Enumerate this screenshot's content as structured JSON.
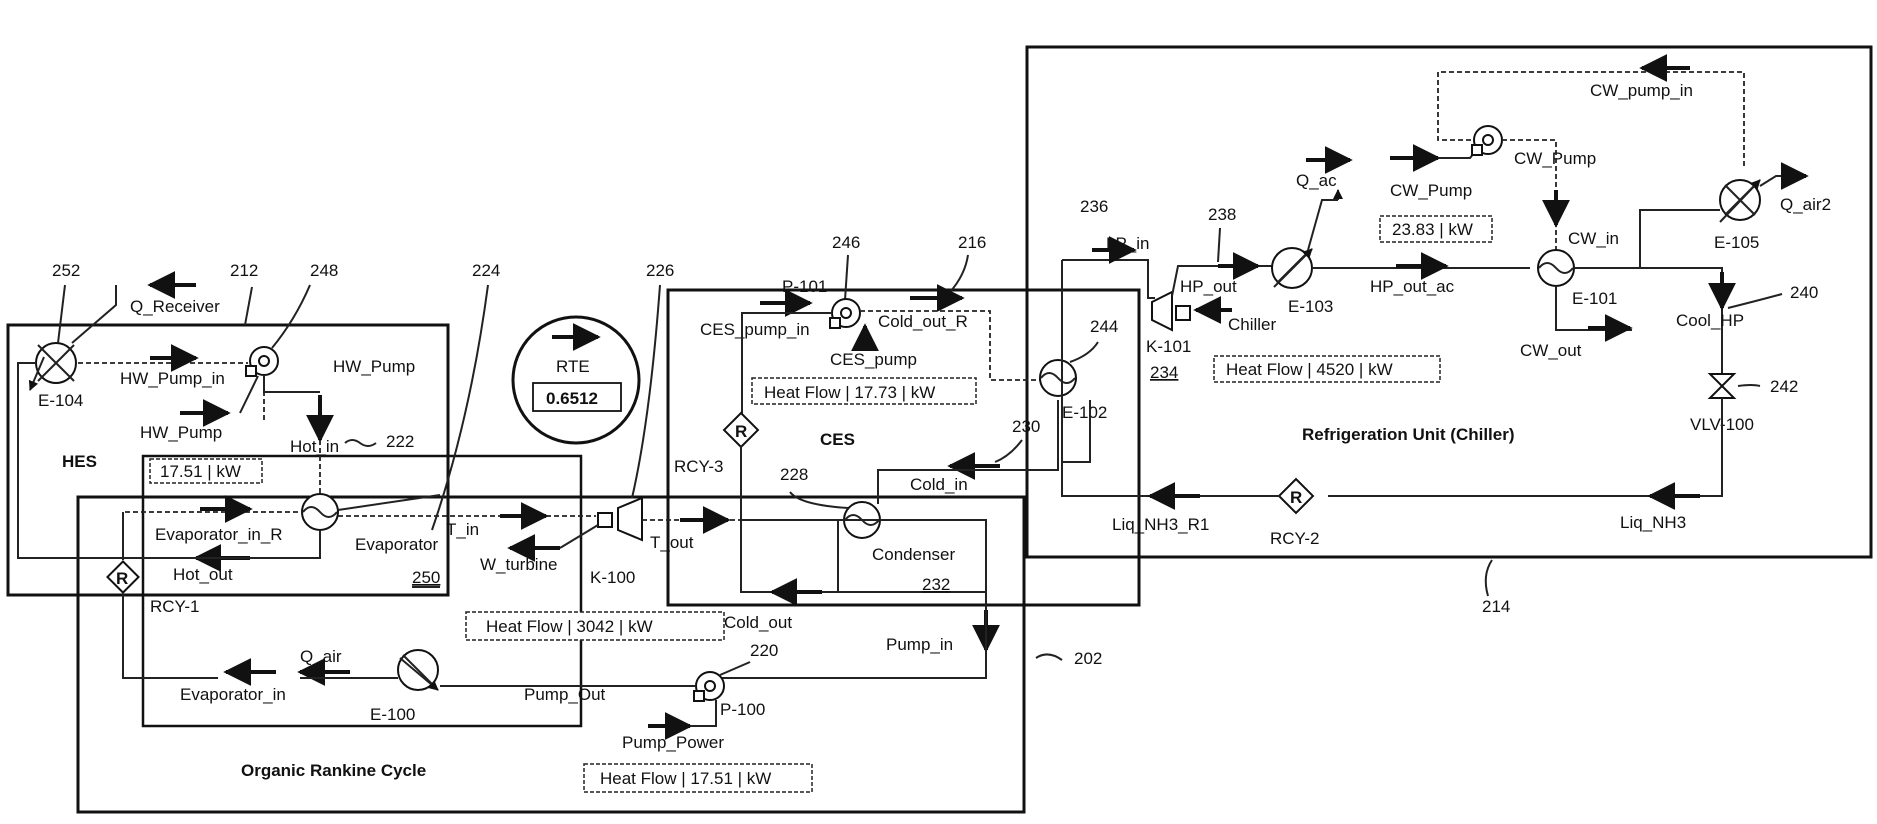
{
  "refs": {
    "r252": "252",
    "r212": "212",
    "r248": "248",
    "r224": "224",
    "r226": "226",
    "r246": "246",
    "r216": "216",
    "r236": "236",
    "r238": "238",
    "r244": "244",
    "r240": "240",
    "r242": "242",
    "r230": "230",
    "r228": "228",
    "r222": "222",
    "r220": "220",
    "r202": "202",
    "r214": "214",
    "r250": "250",
    "r232": "232",
    "r234": "234"
  },
  "blocks": {
    "hes": "HES",
    "ces": "CES",
    "orc": "Organic Rankine Cycle",
    "chiller": "Refrigeration Unit (Chiller)"
  },
  "rte": {
    "label": "RTE",
    "value": "0.6512"
  },
  "equipment": {
    "e104": "E-104",
    "hw_pump": "HW_Pump",
    "evaporator": "Evaporator",
    "k100": "K-100",
    "p101": "P-101",
    "ces_pump": "CES_pump",
    "e102": "E-102",
    "condenser": "Condenser",
    "p100": "P-100",
    "e100": "E-100",
    "k101": "K-101",
    "e103": "E-103",
    "cw_pump": "CW_Pump",
    "e101": "E-101",
    "e105": "E-105",
    "vlv100": "VLV-100",
    "rcy1": "RCY-1",
    "rcy2": "RCY-2",
    "rcy3": "RCY-3"
  },
  "streams": {
    "q_receiver": "Q_Receiver",
    "hw_pump_in": "HW_Pump_in",
    "hw_pump_energy": "HW_Pump",
    "hw_pump_right": "HW_Pump",
    "hot_in": "Hot_in",
    "evaporator_in_r": "Evaporator_in_R",
    "hot_out": "Hot_out",
    "t_in": "T_in",
    "w_turbine": "W_turbine",
    "t_out": "T_out",
    "ces_pump_in": "CES_pump_in",
    "cold_out_r": "Cold_out_R",
    "cold_in": "Cold_in",
    "cold_out": "Cold_out",
    "pump_in": "Pump_in",
    "pump_out": "Pump_Out",
    "pump_power": "Pump_Power",
    "q_air": "Q_air",
    "evaporator_in": "Evaporator_in",
    "lp_in": "LP_in",
    "hp_out": "HP_out",
    "chiller_energy": "Chiller",
    "q_ac": "Q_ac",
    "cw_pump_energy": "CW_Pump",
    "cw_pump_in": "CW_pump_in",
    "hp_out_ac": "HP_out_ac",
    "cw_in": "CW_in",
    "cw_out": "CW_out",
    "q_air2": "Q_air2",
    "cool_hp": "Cool_HP",
    "liq_nh3": "Liq_NH3",
    "liq_nh3_r1": "Liq_NH3_R1"
  },
  "readouts": {
    "hes_kw": "17.51 | kW",
    "ces_heat": "Heat Flow | 17.73 | kW",
    "k100_heat": "Heat Flow | 3042 | kW",
    "p100_heat": "Heat Flow | 17.51 | kW",
    "chiller_heat": "Heat Flow | 4520 | kW",
    "cw_kw": "23.83 | kW"
  },
  "recycle_symbol": "R"
}
